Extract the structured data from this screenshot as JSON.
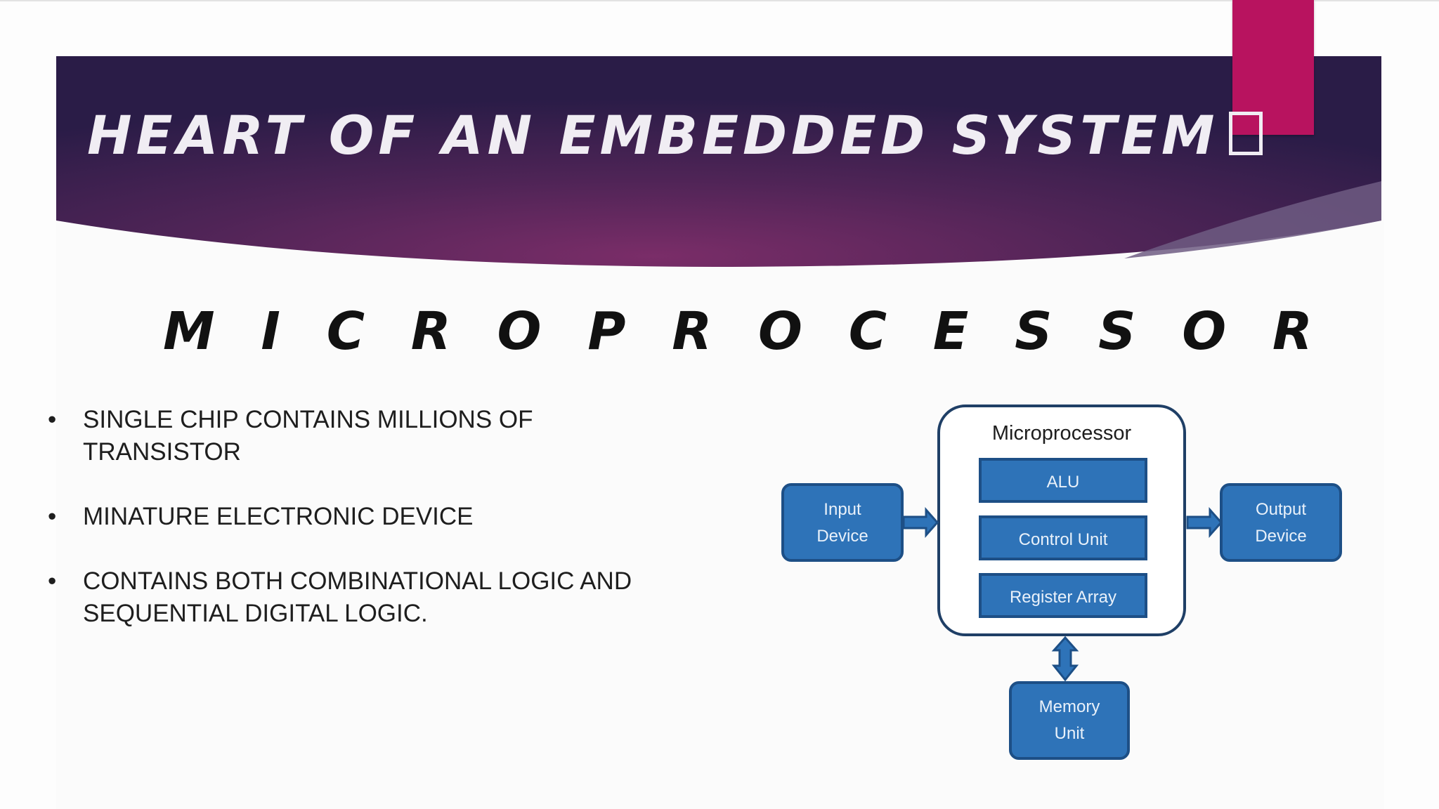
{
  "slide": {
    "title": "HEART OF AN EMBEDDED SYSTEM",
    "subtitle_letters": [
      "M",
      "I",
      "C",
      "R",
      "O",
      "P",
      "R",
      "O",
      "C",
      "E",
      "S",
      "S",
      "O",
      "R"
    ],
    "bullets": [
      {
        "marker": "•",
        "text": "SINGLE CHIP CONTAINS MILLIONS OF TRANSISTOR"
      },
      {
        "marker": "•",
        "text": "MINATURE ELECTRONIC DEVICE"
      },
      {
        "marker": "•",
        "text": "CONTAINS  BOTH COMBINATIONAL LOGIC AND SEQUENTIAL DIGITAL LOGIC."
      }
    ],
    "colors": {
      "banner_dark": "#2b1e4a",
      "banner_mid": "#6a2a64",
      "accent": "#b8135f",
      "block_blue": "#2e73b8",
      "block_border": "#1d4f86"
    }
  },
  "diagram": {
    "container_label": "Microprocessor",
    "inner_blocks": [
      "ALU",
      "Control Unit",
      "Register Array"
    ],
    "input_block": [
      "Input",
      "Device"
    ],
    "output_block": [
      "Output",
      "Device"
    ],
    "memory_block": [
      "Memory",
      "Unit"
    ]
  }
}
